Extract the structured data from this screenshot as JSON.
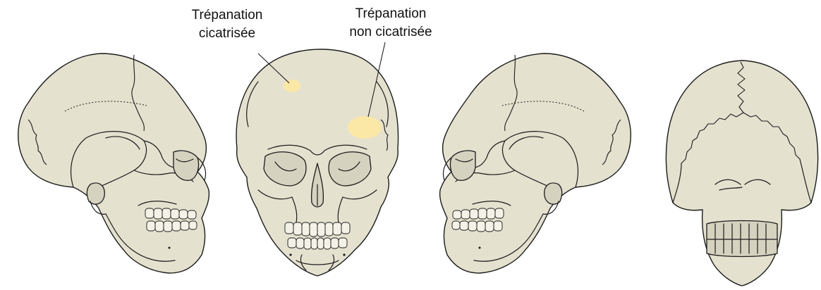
{
  "labels": {
    "healed_line1": "Trépanation",
    "healed_line2": "cicatrisée",
    "unhealed_line1": "Trépanation",
    "unhealed_line2": "non cicatrisée"
  },
  "colors": {
    "bone": "#e4e1cf",
    "outline": "#1c1c1c",
    "trepanation": "#fbe8a6",
    "background": "#ffffff"
  },
  "views": [
    "left-lateral",
    "anterior",
    "right-lateral",
    "posterior"
  ]
}
